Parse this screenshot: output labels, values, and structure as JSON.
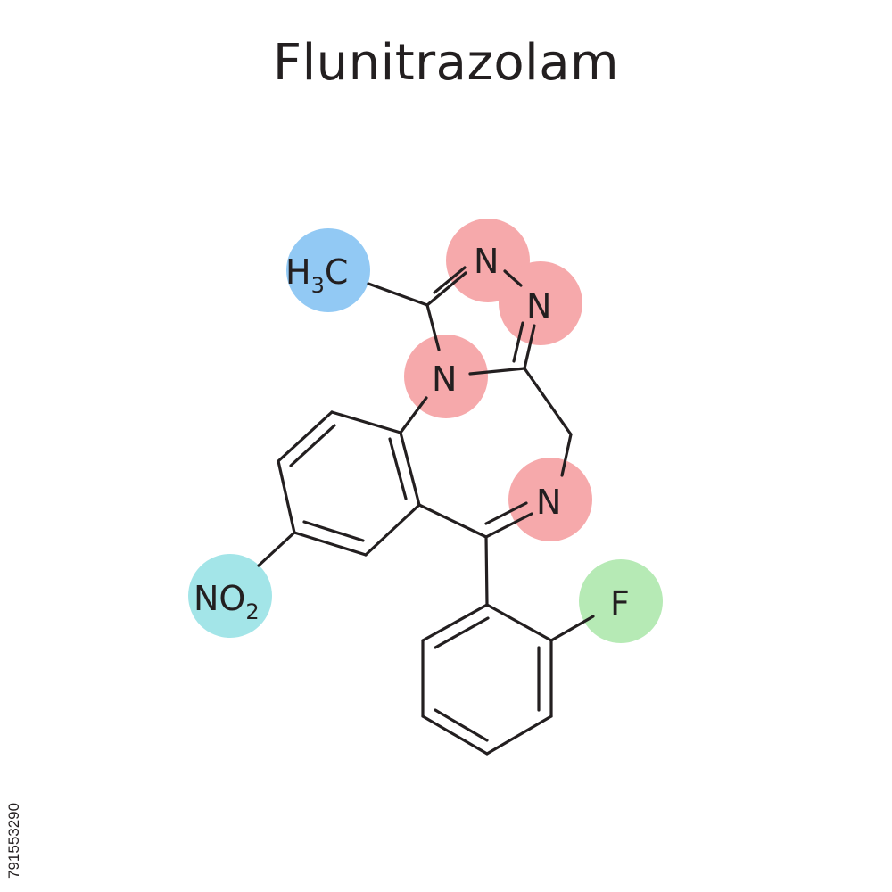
{
  "title": "Flunitrazolam",
  "stock_id": "791553290",
  "colors": {
    "bond": "#231f20",
    "nitrogen_highlight": "#f6a9ab",
    "methyl_highlight": "#92c9f4",
    "nitro_highlight": "#a3e5e8",
    "fluorine_highlight": "#b6eab5"
  },
  "atoms": {
    "methyl": {
      "main": "H",
      "sub": "3",
      "tail": "C"
    },
    "n_triazole_top": "N",
    "n_triazole_right": "N",
    "n_bridge": "N",
    "n_imine": "N",
    "nitro": {
      "main": "NO",
      "sub": "2"
    },
    "fluorine": "F"
  }
}
